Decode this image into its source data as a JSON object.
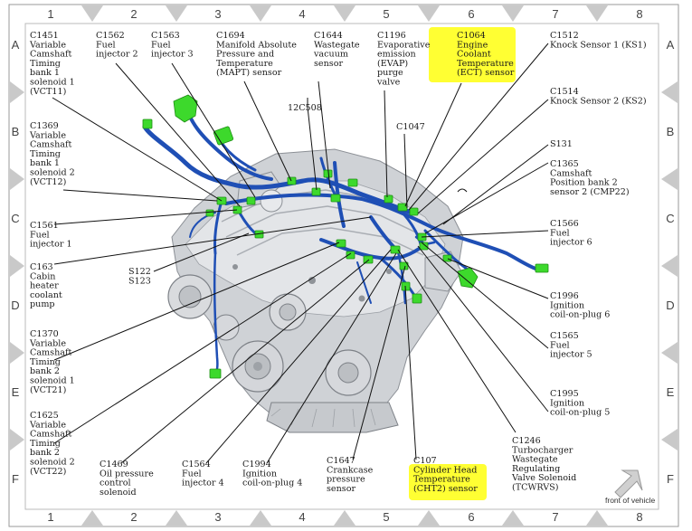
{
  "grid": {
    "columns": [
      "1",
      "2",
      "3",
      "4",
      "5",
      "6",
      "7",
      "8"
    ],
    "rows": [
      "A",
      "B",
      "C",
      "D",
      "E",
      "F"
    ]
  },
  "footer": {
    "front_of_vehicle": "front of vehicle"
  },
  "colors": {
    "harness": "#1f4fb5",
    "connector": "#3dd92c",
    "highlight": "#ffff33"
  },
  "callouts": [
    {
      "id": "c1451",
      "lines": [
        "C1451",
        "Variable",
        "Camshaft",
        "Timing",
        "bank 1",
        "solenoid 1",
        "(VCT11)"
      ],
      "highlight": false
    },
    {
      "id": "c1562",
      "lines": [
        "C1562",
        "Fuel",
        "injector 2"
      ],
      "highlight": false
    },
    {
      "id": "c1563",
      "lines": [
        "C1563",
        "Fuel",
        "injector 3"
      ],
      "highlight": false
    },
    {
      "id": "c1694",
      "lines": [
        "C1694",
        "Manifold Absolute",
        "Pressure and",
        "Temperature",
        "(MAPT) sensor"
      ],
      "highlight": false
    },
    {
      "id": "c1644",
      "lines": [
        "C1644",
        "Wastegate",
        "vacuum",
        "sensor"
      ],
      "highlight": false
    },
    {
      "id": "c1196",
      "lines": [
        "C1196",
        "Evaporative",
        "emission",
        "(EVAP)",
        "purge",
        "valve"
      ],
      "highlight": false
    },
    {
      "id": "c1064",
      "lines": [
        "C1064",
        "Engine",
        "Coolant",
        "Temperature",
        "(ECT) sensor"
      ],
      "highlight": true
    },
    {
      "id": "c1512",
      "lines": [
        "C1512",
        "Knock Sensor 1 (KS1)"
      ],
      "highlight": false
    },
    {
      "id": "c1514",
      "lines": [
        "C1514",
        "Knock Sensor 2 (KS2)"
      ],
      "highlight": false
    },
    {
      "id": "c12c508",
      "lines": [
        "12C508"
      ],
      "highlight": false
    },
    {
      "id": "c1047",
      "lines": [
        "C1047"
      ],
      "highlight": false
    },
    {
      "id": "c1369",
      "lines": [
        "C1369",
        "Variable",
        "Camshaft",
        "Timing",
        "bank 1",
        "solenoid 2",
        "(VCT12)"
      ],
      "highlight": false
    },
    {
      "id": "s131",
      "lines": [
        "S131"
      ],
      "highlight": false
    },
    {
      "id": "c1365",
      "lines": [
        "C1365",
        "Camshaft",
        "Position bank 2",
        "sensor 2 (CMP22)"
      ],
      "highlight": false
    },
    {
      "id": "c1561",
      "lines": [
        "C1561",
        "Fuel",
        "injector 1"
      ],
      "highlight": false
    },
    {
      "id": "c1566",
      "lines": [
        "C1566",
        "Fuel",
        "injector 6"
      ],
      "highlight": false
    },
    {
      "id": "c163",
      "lines": [
        "C163",
        "Cabin",
        "heater",
        "coolant",
        "pump"
      ],
      "highlight": false
    },
    {
      "id": "s122",
      "lines": [
        "S122",
        "S123"
      ],
      "highlight": false
    },
    {
      "id": "c1996",
      "lines": [
        "C1996",
        "Ignition",
        "coil-on-plug 6"
      ],
      "highlight": false
    },
    {
      "id": "c1370",
      "lines": [
        "C1370",
        "Variable",
        "Camshaft",
        "Timing",
        "bank 2",
        "solenoid 1",
        "(VCT21)"
      ],
      "highlight": false
    },
    {
      "id": "c1565",
      "lines": [
        "C1565",
        "Fuel",
        "injector 5"
      ],
      "highlight": false
    },
    {
      "id": "c1995",
      "lines": [
        "C1995",
        "Ignition",
        "coil-on-plug 5"
      ],
      "highlight": false
    },
    {
      "id": "c1625",
      "lines": [
        "C1625",
        "Variable",
        "Camshaft",
        "Timing",
        "bank 2",
        "solenoid 2",
        "(VCT22)"
      ],
      "highlight": false
    },
    {
      "id": "c1246",
      "lines": [
        "C1246",
        "Turbocharger",
        "Wastegate",
        "Regulating",
        "Valve Solenoid",
        "(TCWRVS)"
      ],
      "highlight": false
    },
    {
      "id": "c1469",
      "lines": [
        "C1469",
        "Oil pressure",
        "control",
        "solenoid"
      ],
      "highlight": false
    },
    {
      "id": "c1564",
      "lines": [
        "C1564",
        "Fuel",
        "injector 4"
      ],
      "highlight": false
    },
    {
      "id": "c1994",
      "lines": [
        "C1994",
        "Ignition",
        "coil-on-plug 4"
      ],
      "highlight": false
    },
    {
      "id": "c1647",
      "lines": [
        "C1647",
        "Crankcase",
        "pressure",
        "sensor"
      ],
      "highlight": false
    },
    {
      "id": "c107",
      "lines": [
        "C107",
        "Cylinder Head",
        "Temperature",
        "(CHT2) sensor"
      ],
      "highlight": true
    }
  ]
}
